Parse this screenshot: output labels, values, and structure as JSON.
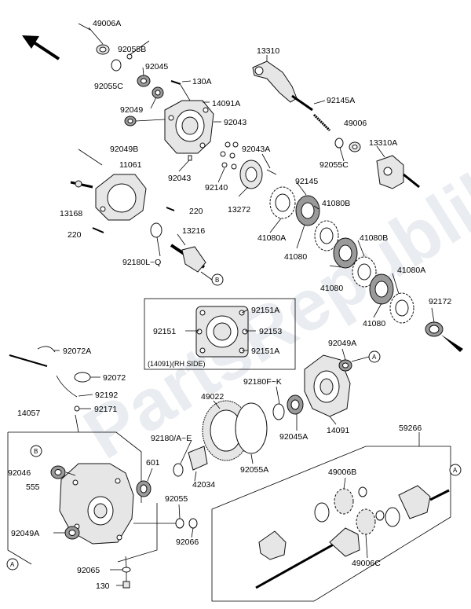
{
  "watermark": "PartsRepublik",
  "labels": {
    "l_49006A": "49006A",
    "l_92055B": "92055B",
    "l_92055C_top": "92055C",
    "l_92045_top": "92045",
    "l_130A": "130A",
    "l_92049": "92049",
    "l_14091A": "14091A",
    "l_92043_a": "92043",
    "l_92049B": "92049B",
    "l_92043_b": "92043",
    "l_11061": "11061",
    "l_13168": "13168",
    "l_220_a": "220",
    "l_220_b": "220",
    "l_13310": "13310",
    "l_92145A": "92145A",
    "l_49006": "49006",
    "l_92055C_mid": "92055C",
    "l_13310A": "13310A",
    "l_92043A": "92043A",
    "l_92145": "92145",
    "l_92140": "92140",
    "l_13272": "13272",
    "l_41080B_a": "41080B",
    "l_41080A_a": "41080A",
    "l_41080_a": "41080",
    "l_41080B_b": "41080B",
    "l_41080_b": "41080",
    "l_41080A_b": "41080A",
    "l_41080_c": "41080",
    "l_92172": "92172",
    "l_13216": "13216",
    "l_92180LQ": "92180L~Q",
    "l_92151A_a": "92151A",
    "l_92151": "92151",
    "l_92153": "92153",
    "l_92151A_b": "92151A",
    "l_14091_rh": "(14091)(RH SIDE)",
    "l_92072A": "92072A",
    "l_92072": "92072",
    "l_92192": "92192",
    "l_92171": "92171",
    "l_14057": "14057",
    "l_92046": "92046",
    "l_555": "555",
    "l_92049A": "92049A",
    "l_92065": "92065",
    "l_130": "130",
    "l_49022": "49022",
    "l_92180FK": "92180F~K",
    "l_92049A_r": "92049A",
    "l_92180AE": "92180/A~E",
    "l_601": "601",
    "l_42034": "42034",
    "l_92055A": "92055A",
    "l_92045A": "92045A",
    "l_14091": "14091",
    "l_92055": "92055",
    "l_92066": "92066",
    "l_59266": "59266",
    "l_49006B": "49006B",
    "l_49006C": "49006C"
  },
  "callouts": {
    "c_B1": "B",
    "c_A1": "A",
    "c_B2": "B",
    "c_A2": "A",
    "c_A3": "A"
  }
}
